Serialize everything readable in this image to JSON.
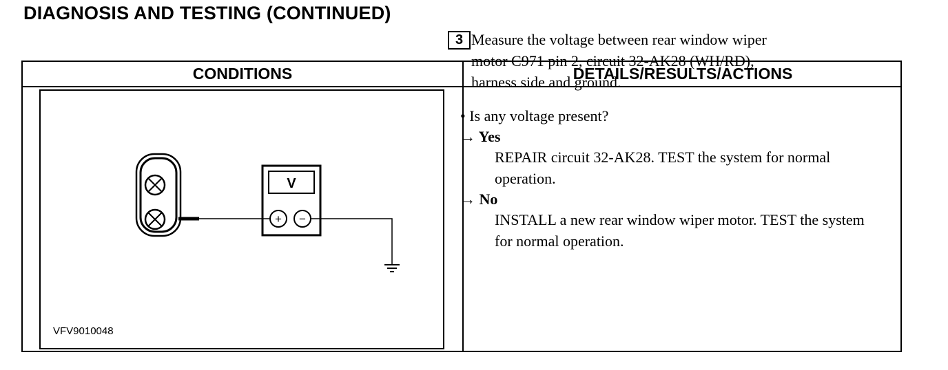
{
  "page": {
    "title": "DIAGNOSIS AND TESTING (CONTINUED)"
  },
  "table": {
    "headers": {
      "conditions": "CONDITIONS",
      "details": "DETAILS/RESULTS/ACTIONS"
    },
    "conditions": {
      "figure_id": "VFV9010048",
      "meter_label": "V",
      "meter_plus": "+",
      "meter_minus": "−"
    },
    "details": {
      "step_number": "3",
      "step_lines": [
        "Measure the voltage between rear window wiper",
        "motor C971 pin 2, circuit 32-AK28 (WH/RD),",
        "harness side and ground."
      ],
      "question": "• Is any voltage present?",
      "yes_label": "→ Yes",
      "yes_action": [
        "REPAIR circuit 32-AK28. TEST the system for",
        "normal operation."
      ],
      "no_label": "→ No",
      "no_action": [
        "INSTALL a new rear window wiper motor. TEST",
        "the system for normal operation."
      ]
    }
  }
}
